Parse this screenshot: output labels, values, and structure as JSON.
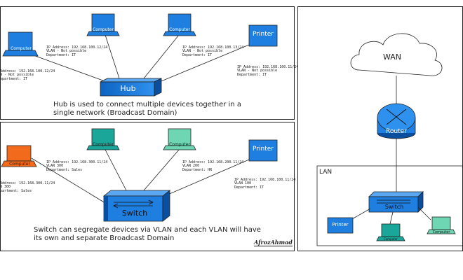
{
  "colors": {
    "blue": "#1f7fe0",
    "orange": "#f26a1b",
    "teal": "#1aa79a",
    "mint": "#6fd6b3",
    "dark": "#222222"
  },
  "hub_panel": {
    "hub_label": "Hub",
    "printer_label": "Printer",
    "computers": [
      {
        "label": "Computer"
      },
      {
        "label": "Computer"
      },
      {
        "label": "Computer"
      }
    ],
    "info": {
      "left": [
        "Address: 192.168.100.12/24",
        "N - Not possible",
        "epartment: IT"
      ],
      "c1": [
        "IP Address: 192.168.100.12/24",
        "VLAN - Not possible",
        "Department: IT"
      ],
      "c2": [
        "IP Address: 192.168.100.13/24",
        "VLAN - Not possible",
        "Department: IT"
      ],
      "printer": [
        "IP Address: 192.168.100.11/24",
        "VLAN - Not possible",
        "Department: IT"
      ]
    },
    "caption": "Hub is used to connect multiple devices together in a single network (Broadcast Domain)"
  },
  "switch_panel": {
    "switch_label": "Switch",
    "printer_label": "Printer",
    "computers": [
      {
        "label": "Computer"
      },
      {
        "label": "Computer"
      },
      {
        "label": "Computer"
      }
    ],
    "info": {
      "left": [
        "Address: 192.168.300.11/24",
        "N 300",
        "partment: Sales"
      ],
      "c1": [
        "IP Address: 192.168.300.11/24",
        "VLAN 300",
        "Department: Sales"
      ],
      "c2": [
        "IP Address: 192.168.200.11/24",
        "VLAN 200",
        "Department: HR"
      ],
      "printer": [
        "IP Address: 192.168.100.11/24",
        "VLAN 100",
        "Department: IT"
      ]
    },
    "caption": "Switch can segregate devices via VLAN and each VLAN will have its own and separate Broadcast Domain",
    "signature": "AfrozAhmad"
  },
  "wan_panel": {
    "wan_label": "WAN",
    "router_label": "Router",
    "lan_label": "LAN",
    "switch_label": "Switch",
    "printer_label": "Printer",
    "computers": [
      {
        "label": "Computer"
      },
      {
        "label": "Computer"
      }
    ]
  }
}
